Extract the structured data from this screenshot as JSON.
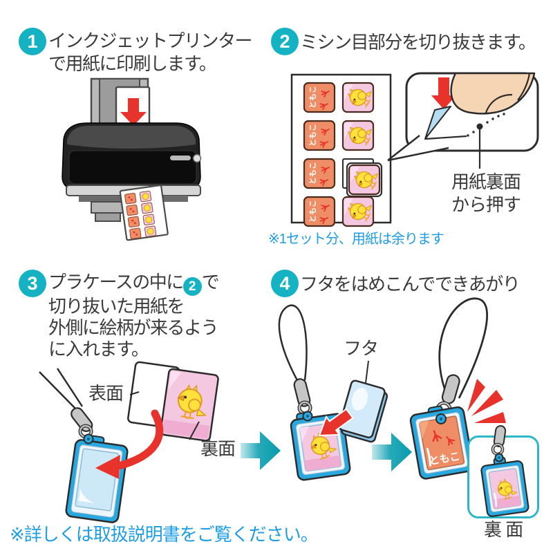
{
  "colors": {
    "accent_teal": "#14b2c2",
    "note_blue": "#1e9de5",
    "arrow_red": "#e7332b",
    "flow_teal": "#0aa1b2",
    "case_blue": "#29a8e0",
    "card_salmon": "#ef8e66",
    "card_pink": "#f5c8e2",
    "chick_yellow": "#ffe13b",
    "skin": "#f6d5b5",
    "outline_dark": "#2b2b2b",
    "text_dark": "#3a3a3a"
  },
  "steps": {
    "step1": {
      "number": "1",
      "line1": "インクジェットプリンター",
      "line2": "で用紙に印刷します。"
    },
    "step2": {
      "number": "2",
      "title": "ミシン目部分を切り抜きます。",
      "callout_line1": "用紙裏面",
      "callout_line2": "から押す",
      "note": "※1セット分、用紙は余ります"
    },
    "step3": {
      "number": "3",
      "line1_pre": "プラケースの中に",
      "line1_ref": "2",
      "line1_post": "で",
      "line2": "切り抜いた用紙を",
      "line3": "外側に絵柄が来るよう",
      "line4": "に入れます。",
      "label_front": "表面",
      "label_back": "裏面"
    },
    "step4": {
      "number": "4",
      "title": "フタをはめこんでできあがり",
      "label_lid": "フタ",
      "label_back": "裏 面"
    }
  },
  "card": {
    "name": "ともこ"
  },
  "footer": {
    "note": "※詳しくは取扱説明書をご覧ください。"
  }
}
